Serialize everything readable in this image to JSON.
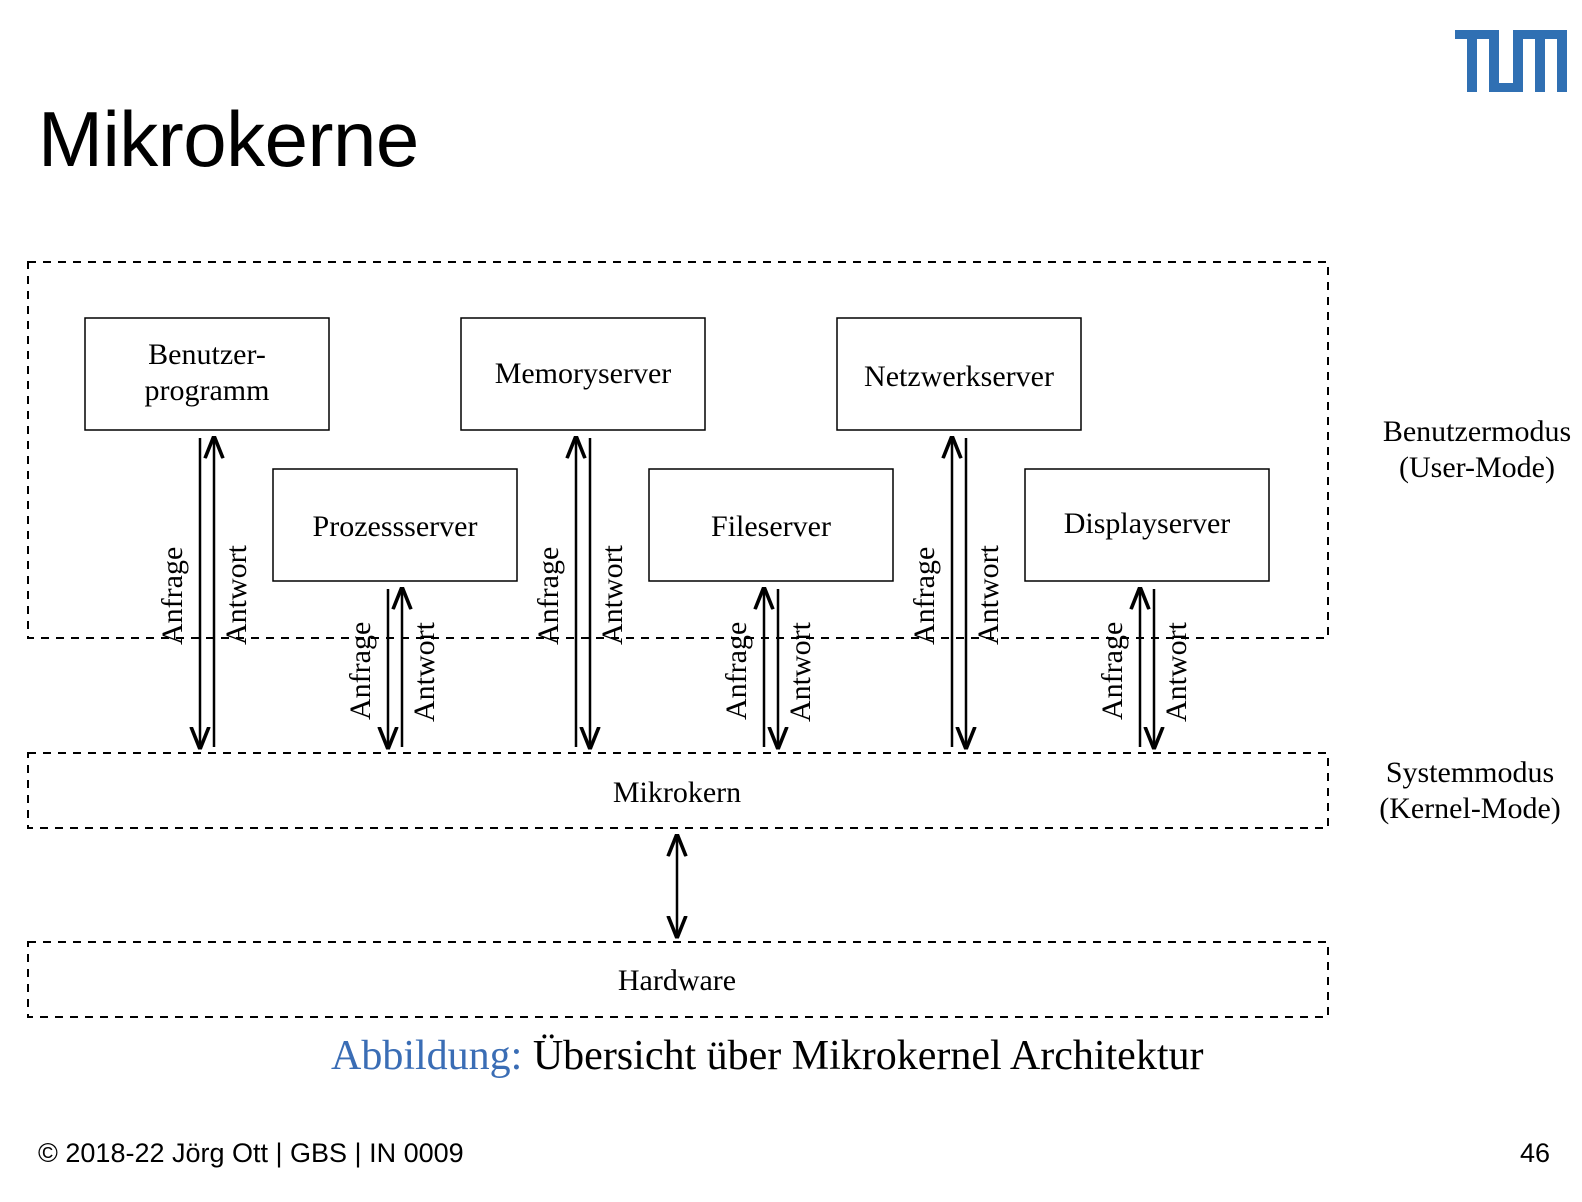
{
  "slide": {
    "title": "Mikrokerne",
    "page_number": "46",
    "footer": "© 2018-22 Jörg Ott | GBS | IN 0009",
    "logo_text": "TUM",
    "brand_color": "#3070b3"
  },
  "diagram": {
    "user_servers": [
      {
        "line1": "Benutzer-",
        "line2": "programm"
      },
      {
        "line1": "Prozessserver",
        "line2": ""
      },
      {
        "line1": "Memoryserver",
        "line2": ""
      },
      {
        "line1": "Fileserver",
        "line2": ""
      },
      {
        "line1": "Netzwerkserver",
        "line2": ""
      },
      {
        "line1": "Displayserver",
        "line2": ""
      }
    ],
    "request_label": "Anfrage",
    "response_label": "Antwort",
    "kernel_label": "Mikrokern",
    "hardware_label": "Hardware",
    "user_mode_label": {
      "line1": "Benutzermodus",
      "line2": "(User-Mode)"
    },
    "kernel_mode_label": {
      "line1": "Systemmodus",
      "line2": "(Kernel-Mode)"
    }
  },
  "caption": {
    "label": "Abbildung:",
    "text": "Übersicht über Mikrokernel Architektur",
    "label_color": "#3a6db5"
  }
}
